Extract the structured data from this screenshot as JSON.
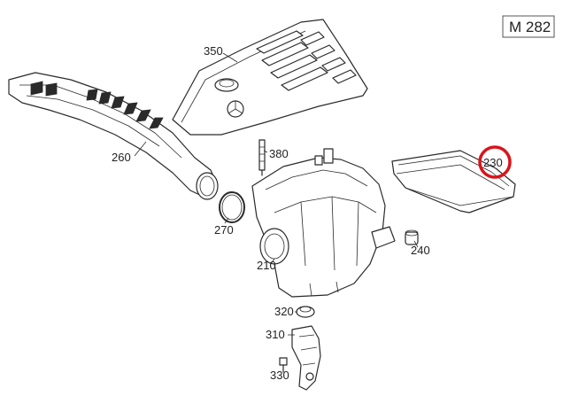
{
  "model_code": "M 282",
  "highlight_color": "#d9141b",
  "parts": [
    {
      "id": "p350",
      "label": "350",
      "name": "engine-cover"
    },
    {
      "id": "p260",
      "label": "260",
      "name": "intake-duct"
    },
    {
      "id": "p380",
      "label": "380",
      "name": "sensor-pin"
    },
    {
      "id": "p230",
      "label": "230",
      "name": "air-filter-element",
      "highlighted": true
    },
    {
      "id": "p270",
      "label": "270",
      "name": "seal-ring"
    },
    {
      "id": "p210",
      "label": "210",
      "name": "air-filter-housing"
    },
    {
      "id": "p240",
      "label": "240",
      "name": "rubber-grommet"
    },
    {
      "id": "p320",
      "label": "320",
      "name": "rubber-mount"
    },
    {
      "id": "p310",
      "label": "310",
      "name": "mounting-bracket"
    },
    {
      "id": "p330",
      "label": "330",
      "name": "bolt"
    }
  ]
}
